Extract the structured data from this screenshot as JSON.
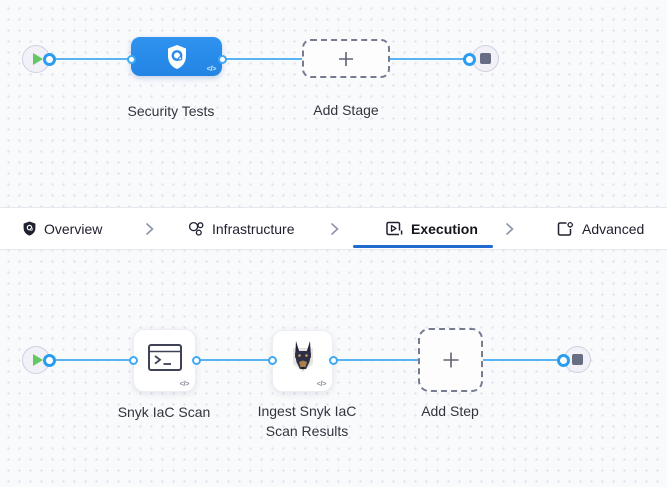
{
  "colors": {
    "stage_blue": "#2b8ceb",
    "line_blue": "#5ab3f3",
    "underline_blue": "#1f6bd0",
    "play_green": "#63c764",
    "stop_gray": "#676e83",
    "dashed_border": "#767b92"
  },
  "stage_pipeline": {
    "start_icon": "play-icon",
    "end_icon": "stop-icon",
    "stage": {
      "label": "Security Tests",
      "icon": "security-shield-icon",
      "code_badge": "</>"
    },
    "add_stage_label": "Add Stage"
  },
  "tabs": {
    "separator_icon": "chevron-right-icon",
    "items": [
      {
        "label": "Overview",
        "icon": "shield-gear-icon",
        "active": false
      },
      {
        "label": "Infrastructure",
        "icon": "cluster-icon",
        "active": false
      },
      {
        "label": "Execution",
        "icon": "play-square-icon",
        "active": true
      },
      {
        "label": "Advanced",
        "icon": "square-gear-icon",
        "active": false
      }
    ]
  },
  "step_pipeline": {
    "start_icon": "play-icon",
    "end_icon": "stop-icon",
    "steps": [
      {
        "label": "Snyk IaC Scan",
        "icon": "terminal-icon",
        "code_badge": "</>"
      },
      {
        "label": "Ingest Snyk IaC Scan Results",
        "icon": "doberman-icon",
        "code_badge": "</>"
      }
    ],
    "add_step_label": "Add Step"
  }
}
